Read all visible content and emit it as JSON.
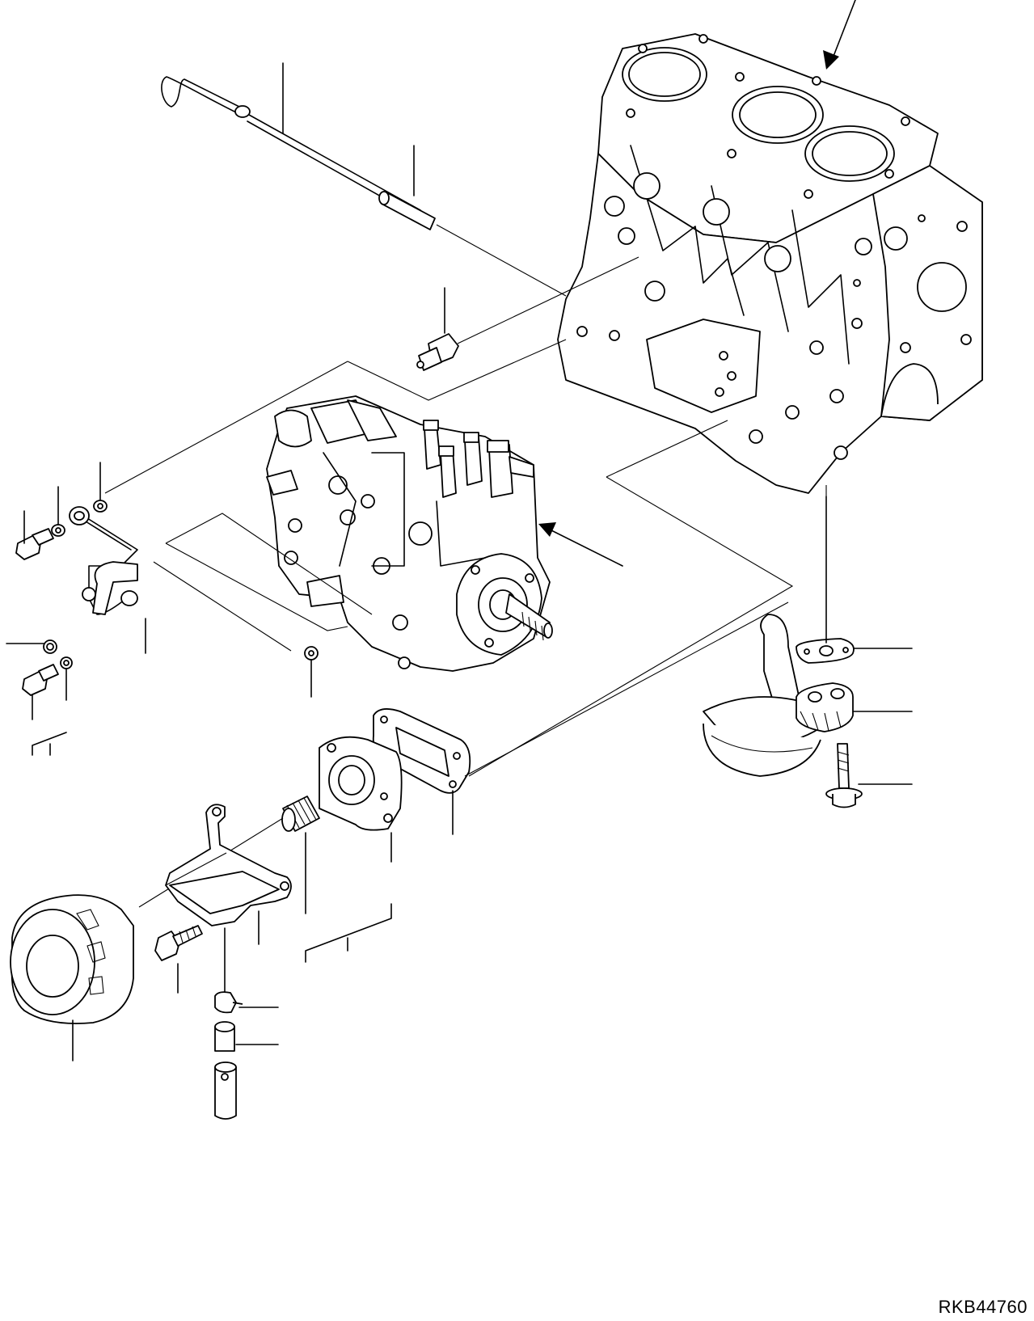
{
  "drawing": {
    "code": "RKB44760"
  },
  "parts": [
    {
      "name": "cylinder-block"
    },
    {
      "name": "dipstick"
    },
    {
      "name": "dipstick-guide-tube"
    },
    {
      "name": "oil-pressure-switch"
    },
    {
      "name": "fuel-injection-pump"
    },
    {
      "name": "oil-pipe"
    },
    {
      "name": "banjo-bolt"
    },
    {
      "name": "washer"
    },
    {
      "name": "oil-strainer"
    },
    {
      "name": "strainer-gasket"
    },
    {
      "name": "oil-pump-housing"
    },
    {
      "name": "flange-bolt"
    },
    {
      "name": "oil-filter-cartridge"
    },
    {
      "name": "filter-bracket"
    },
    {
      "name": "relief-spring"
    },
    {
      "name": "filter-head"
    },
    {
      "name": "filter-gasket"
    },
    {
      "name": "drain-cock"
    },
    {
      "name": "drain-hose"
    }
  ]
}
